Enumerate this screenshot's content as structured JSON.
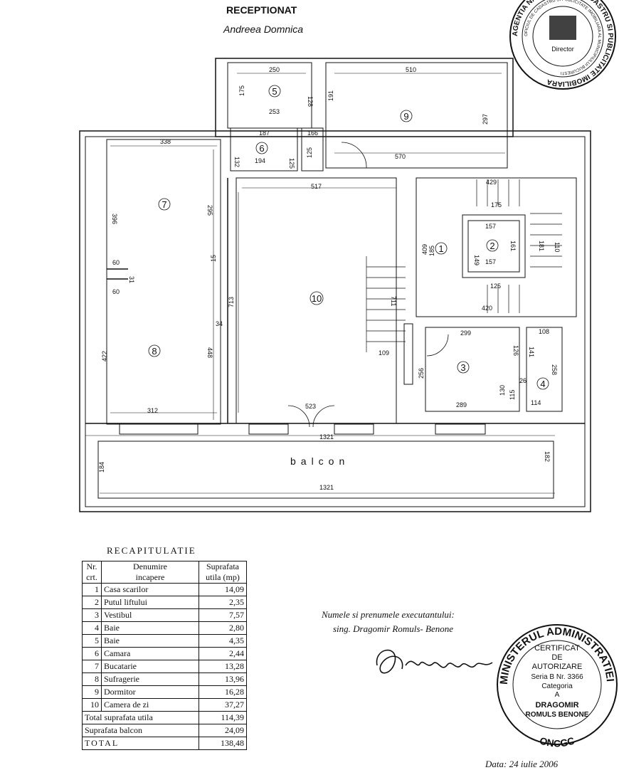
{
  "header": {
    "verified_label": "RECEPTIONAT",
    "verified_name": "Andreea Domnica"
  },
  "plan": {
    "balcony_label": "balcon",
    "room_numbers": [
      "1",
      "2",
      "3",
      "4",
      "5",
      "6",
      "7",
      "8",
      "9",
      "10"
    ],
    "dimensions": [
      "250",
      "510",
      "175",
      "128",
      "191",
      "297",
      "253",
      "187",
      "166",
      "338",
      "132",
      "125",
      "125",
      "194",
      "570",
      "517",
      "429",
      "175",
      "396",
      "295",
      "157",
      "409",
      "185",
      "149",
      "161",
      "181",
      "110",
      "60",
      "15",
      "31",
      "157",
      "713",
      "711",
      "125",
      "60",
      "34",
      "420",
      "299",
      "108",
      "141",
      "422",
      "448",
      "109",
      "126",
      "256",
      "258",
      "130",
      "26",
      "115",
      "312",
      "523",
      "289",
      "114",
      "1321",
      "184",
      "1321",
      "182"
    ]
  },
  "recap": {
    "title": "RECAPITULATIE",
    "headers": {
      "nr": [
        "Nr.",
        "crt."
      ],
      "name": [
        "Denumire",
        "incapere"
      ],
      "area": [
        "Suprafata",
        "utila (mp)"
      ]
    },
    "rows": [
      {
        "nr": "1",
        "name": "Casa scarilor",
        "val": "14,09"
      },
      {
        "nr": "2",
        "name": "Putul liftului",
        "val": "2,35"
      },
      {
        "nr": "3",
        "name": "Vestibul",
        "val": "7,57"
      },
      {
        "nr": "4",
        "name": "Baie",
        "val": "2,80"
      },
      {
        "nr": "5",
        "name": "Baie",
        "val": "4,35"
      },
      {
        "nr": "6",
        "name": "Camara",
        "val": "2,44"
      },
      {
        "nr": "7",
        "name": "Bucatarie",
        "val": "13,28"
      },
      {
        "nr": "8",
        "name": "Sufragerie",
        "val": "13,96"
      },
      {
        "nr": "9",
        "name": "Dormitor",
        "val": "16,28"
      },
      {
        "nr": "10",
        "name": "Camera de zi",
        "val": "37,27"
      }
    ],
    "totals": [
      {
        "name": "Total suprafata utila",
        "val": "114,39"
      },
      {
        "name": "Suprafata balcon",
        "val": "24,09"
      },
      {
        "name": "TOTAL",
        "val": "138,48"
      }
    ]
  },
  "executant": {
    "line1": "Numele si prenumele executantului:",
    "line2": "sing. Dragomir Romuls- Benone",
    "date": "Data: 24 iulie 2006"
  },
  "stamp_top": {
    "ring_text": "AGENTIA NATIONALA DE CADASTRU SI PUBLICITATE IMOBILIARA",
    "inner_ring": "OFICIUL DE CADASTRU SI PUBLICITATE IMOBILIARA AL MUNICIPIULUI BUCURESTI",
    "center": "Director"
  },
  "stamp_bottom": {
    "ring_text": "MINISTERUL ADMINISTRATIEI",
    "bottom_text": "ONCGC",
    "lines": [
      "CERTIFICAT",
      "DE",
      "AUTORIZARE",
      "Seria B Nr. 3366",
      "Categoria",
      "A",
      "DRAGOMIR",
      "ROMULS BENONE"
    ]
  }
}
